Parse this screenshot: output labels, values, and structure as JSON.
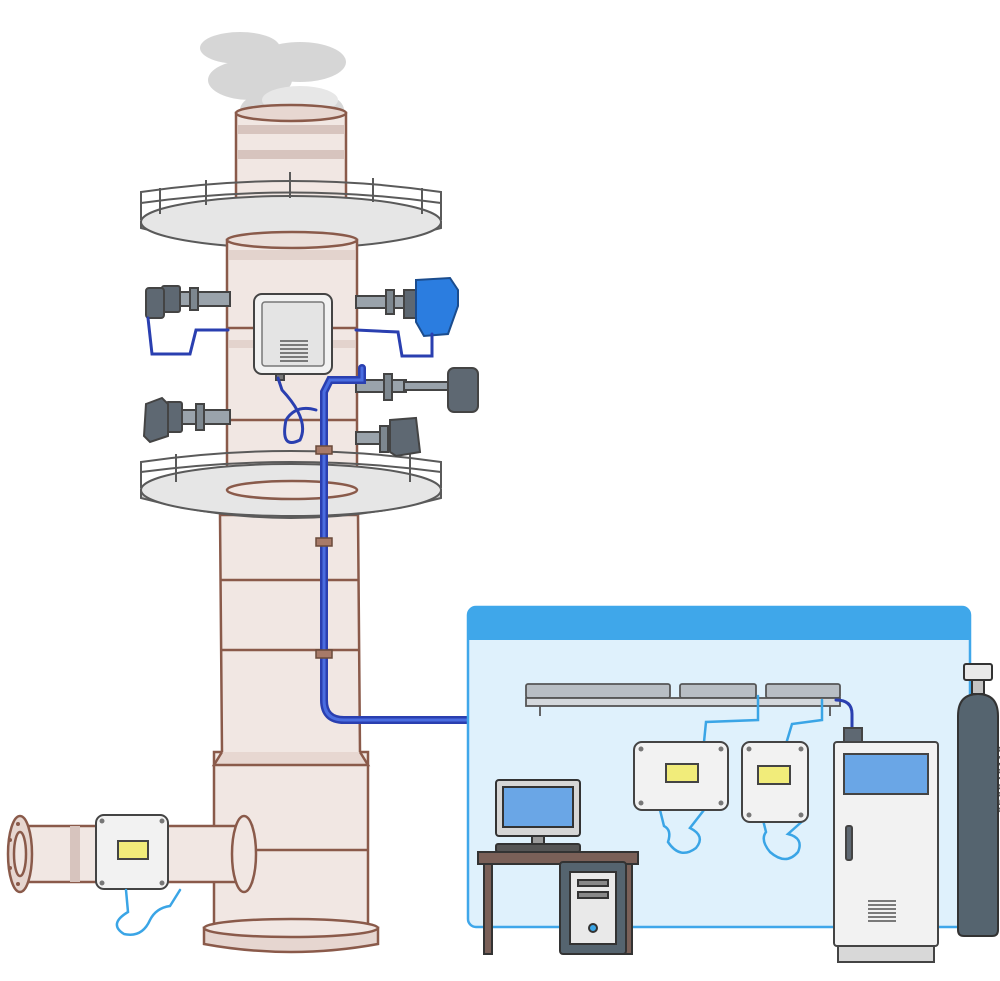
{
  "image": {
    "kind": "industrial stack emission monitoring system illustration",
    "stock_id": "656846113"
  },
  "colors": {
    "outline": "#8a5a4a",
    "chimney_fill": "#f1e7e3",
    "chimney_band": "#d7c4be",
    "platform_fill": "#e3e3e3",
    "analyzer_gray": "#5e6872",
    "analyzer_blue": "#2b7de0",
    "cable_dark_blue": "#2a3fb0",
    "cable_light_blue": "#3aa5e6",
    "shelter_fill": "#dff1fc",
    "shelter_header": "#3fa7ea",
    "cabinet_fill": "#f2f2f2",
    "screen_fill": "#6aa6e6",
    "display_yellow": "#f1ec7a",
    "cylinder_fill": "#55646f",
    "desk_brown": "#7a6058",
    "smoke": "#c9c9c9"
  },
  "icons": [
    "smoke",
    "chimney",
    "platform",
    "junction-box",
    "gas-analyzer",
    "flow-meter",
    "cable-tray",
    "transmitter",
    "computer-monitor",
    "pc-tower",
    "analyzer-cabinet",
    "gas-cylinder"
  ]
}
